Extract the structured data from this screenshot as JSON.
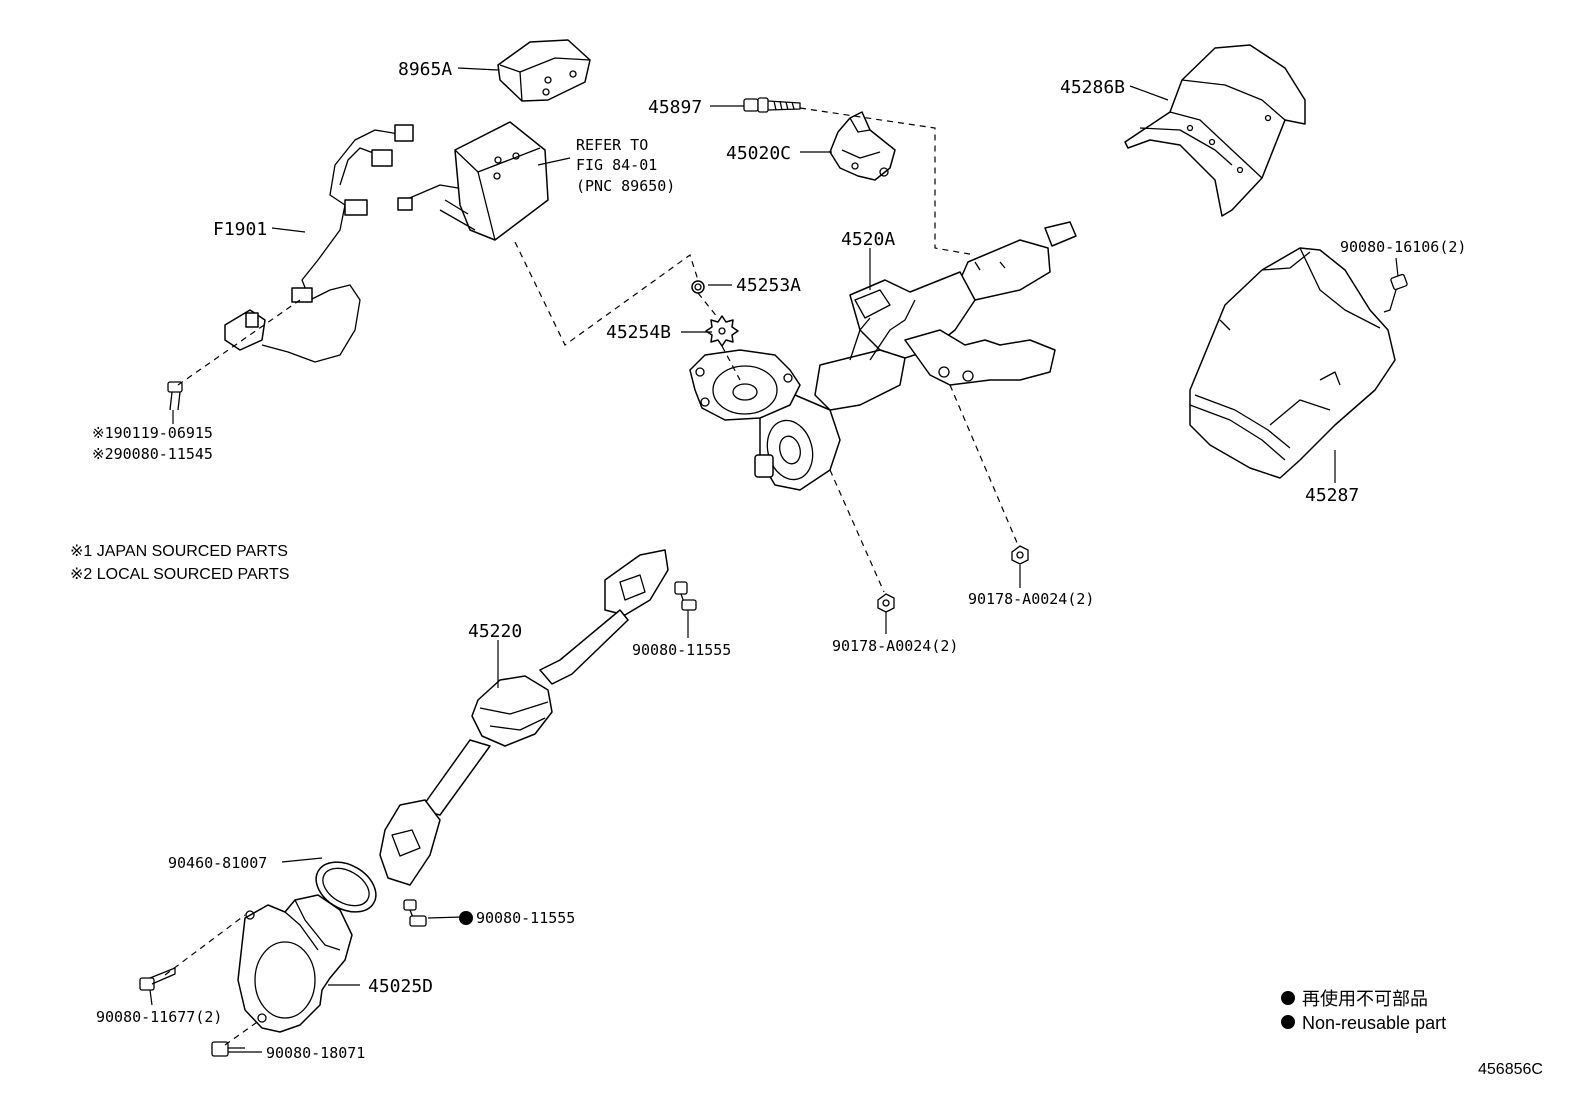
{
  "diagram_id": "456856C",
  "callouts": {
    "p8965A": "8965A",
    "p45897": "45897",
    "p45286B": "45286B",
    "p45020C": "45020C",
    "refer_line1": "REFER TO",
    "refer_line2": "FIG 84-01",
    "refer_line3": "(PNC 89650)",
    "pF1901": "F1901",
    "p4520A": "4520A",
    "p45253A": "45253A",
    "p45254B": "45254B",
    "p90080_16106": "90080-16106(2)",
    "p190119": "※190119-06915",
    "p290080": "※290080-11545",
    "p45287": "45287",
    "p90080_11555a": "90080-11555",
    "p45220": "45220",
    "p90178_right": "90178-A0024(2)",
    "p90178_left": "90178-A0024(2)",
    "p90460": "90460-81007",
    "p90080_11555b": "90080-11555",
    "p45025D": "45025D",
    "p90080_11677": "90080-11677(2)",
    "p90080_18071": "90080-18071"
  },
  "notes": {
    "japan": "※1 JAPAN SOURCED PARTS",
    "local": "※2 LOCAL SOURCED PARTS"
  },
  "legend": {
    "jp": "再使用不可部品",
    "en": "Non-reusable part"
  },
  "colors": {
    "ink": "#000000",
    "paper": "#ffffff"
  }
}
